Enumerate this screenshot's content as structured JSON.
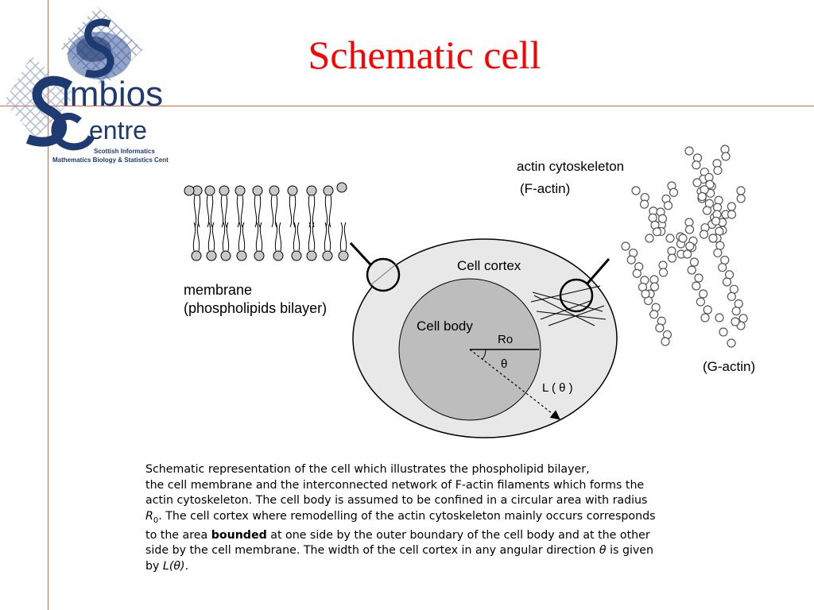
{
  "title": "Schematic cell",
  "logo": {
    "name_part1": "imbios",
    "name_part2": "entre",
    "subtitle_line1": "Scottish Informatics",
    "subtitle_line2": "Mathematics Biology & Statistics Cent"
  },
  "diagram": {
    "membrane_label_line1": "membrane",
    "membrane_label_line2": "(phospholipids bilayer)",
    "actin_label_line1": "actin cytoskeleton",
    "actin_label_line2": "(F-actin)",
    "g_actin_label": "(G-actin)",
    "cortex_label": "Cell cortex",
    "body_label": "Cell body",
    "radius_label": "Ro",
    "angle_label": "θ",
    "width_label": "L ( θ )"
  },
  "caption": {
    "line1": "Schematic representation of the cell which illustrates the phospholipid bilayer,",
    "line2": "the cell membrane and the interconnected network of F-actin filaments which forms the",
    "line3": "actin cytoskeleton. The cell body is assumed to be confined in a circular area with radius",
    "r_symbol": "R",
    "r_subscript": "0",
    "line4_rest": ". The cell cortex where remodelling of the actin cytoskeleton mainly occurs corresponds",
    "line5_pre": "to the area ",
    "line5_bold": "bounded",
    "line5_post": " at one side by the outer boundary of the cell body and at the other",
    "line6_pre": "side by the cell membrane. The width of the cell cortex in any angular direction ",
    "line6_theta": "θ",
    "line6_post": " is given",
    "line7_pre": "by ",
    "line7_italic": "L(θ)",
    "line7_post": "."
  },
  "colors": {
    "title": "#ff0000",
    "rule": "#e06a4a",
    "logo_blue": "#1d3b70",
    "cortex_fill": "#e8e8e8",
    "body_fill": "#bdbdbd"
  }
}
